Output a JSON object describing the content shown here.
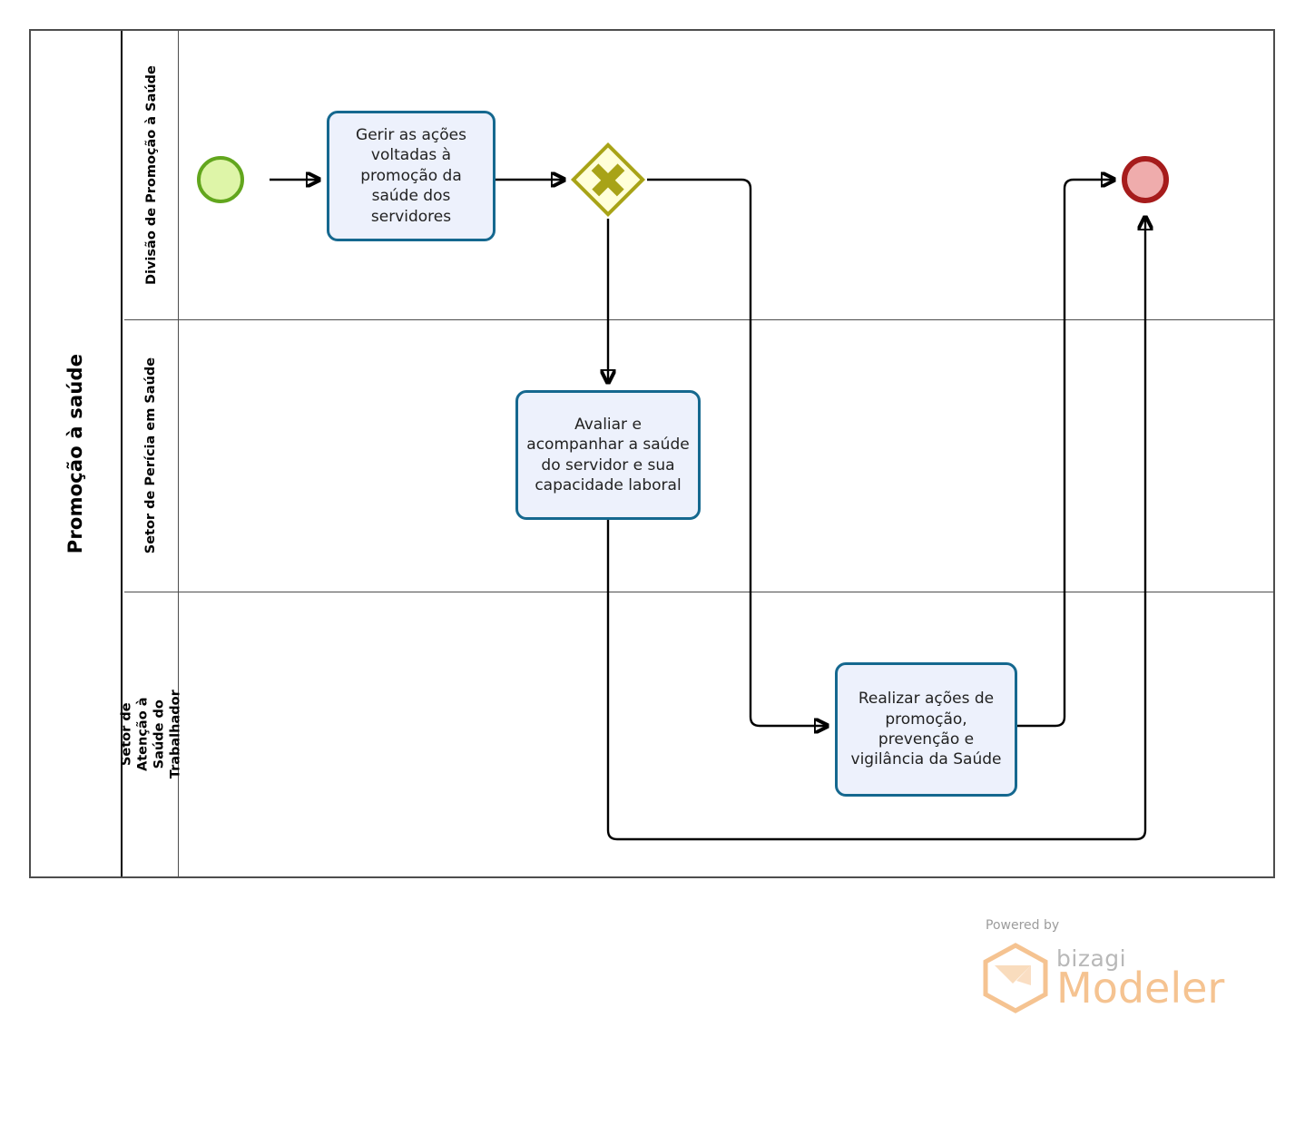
{
  "diagram": {
    "type": "bpmn-process",
    "pool": {
      "name": "Promoção à saúde"
    },
    "lanes": [
      {
        "id": "lane-divisao",
        "name": "Divisão de Promoção à Saúde"
      },
      {
        "id": "lane-pericia",
        "name": "Setor de Perícia em Saúde"
      },
      {
        "id": "lane-atencao",
        "name": "Setor de Atenção à Saúde do Trabalhador"
      }
    ],
    "events": [
      {
        "id": "start-event",
        "kind": "start",
        "label": "",
        "lane": "lane-divisao"
      },
      {
        "id": "end-event",
        "kind": "end",
        "label": "",
        "lane": "lane-divisao"
      }
    ],
    "gateways": [
      {
        "id": "parallel-gateway",
        "kind": "parallel",
        "symbol": "+",
        "label": "",
        "lane": "lane-divisao"
      }
    ],
    "tasks": [
      {
        "id": "task-gerir",
        "name": "Gerir as ações voltadas à promoção da saúde dos servidores",
        "lane": "lane-divisao"
      },
      {
        "id": "task-avaliar",
        "name": "Avaliar e acompanhar a saúde do servidor e sua capacidade laboral",
        "lane": "lane-pericia"
      },
      {
        "id": "task-realizar",
        "name": "Realizar ações de promoção, prevenção e vigilância da Saúde",
        "lane": "lane-atencao"
      }
    ],
    "flows": [
      {
        "id": "flow-1",
        "from": "start-event",
        "to": "task-gerir",
        "label": ""
      },
      {
        "id": "flow-2",
        "from": "task-gerir",
        "to": "parallel-gateway",
        "label": ""
      },
      {
        "id": "flow-3",
        "from": "parallel-gateway",
        "to": "task-avaliar",
        "label": ""
      },
      {
        "id": "flow-4",
        "from": "parallel-gateway",
        "to": "task-realizar",
        "label": ""
      },
      {
        "id": "flow-5",
        "from": "task-realizar",
        "to": "end-event",
        "label": ""
      },
      {
        "id": "flow-6",
        "from": "task-avaliar",
        "to": "end-event",
        "label": ""
      }
    ],
    "colors": {
      "start_event_stroke": "#62A61D",
      "start_event_fill": "#DEF5A8",
      "end_event_stroke": "#A61C1C",
      "end_event_fill": "#EFACAC",
      "task_stroke": "#15688F",
      "task_fill": "#EDF1FC",
      "gateway_stroke": "#A8A317",
      "gateway_fill": "#FFFFD9",
      "pool_stroke": "#4D4D4D",
      "flow_stroke": "#000000"
    }
  },
  "watermark": {
    "powered_by": "Powered by",
    "brand": "bizagi",
    "product": "Modeler",
    "brand_color": "#F5C391"
  }
}
